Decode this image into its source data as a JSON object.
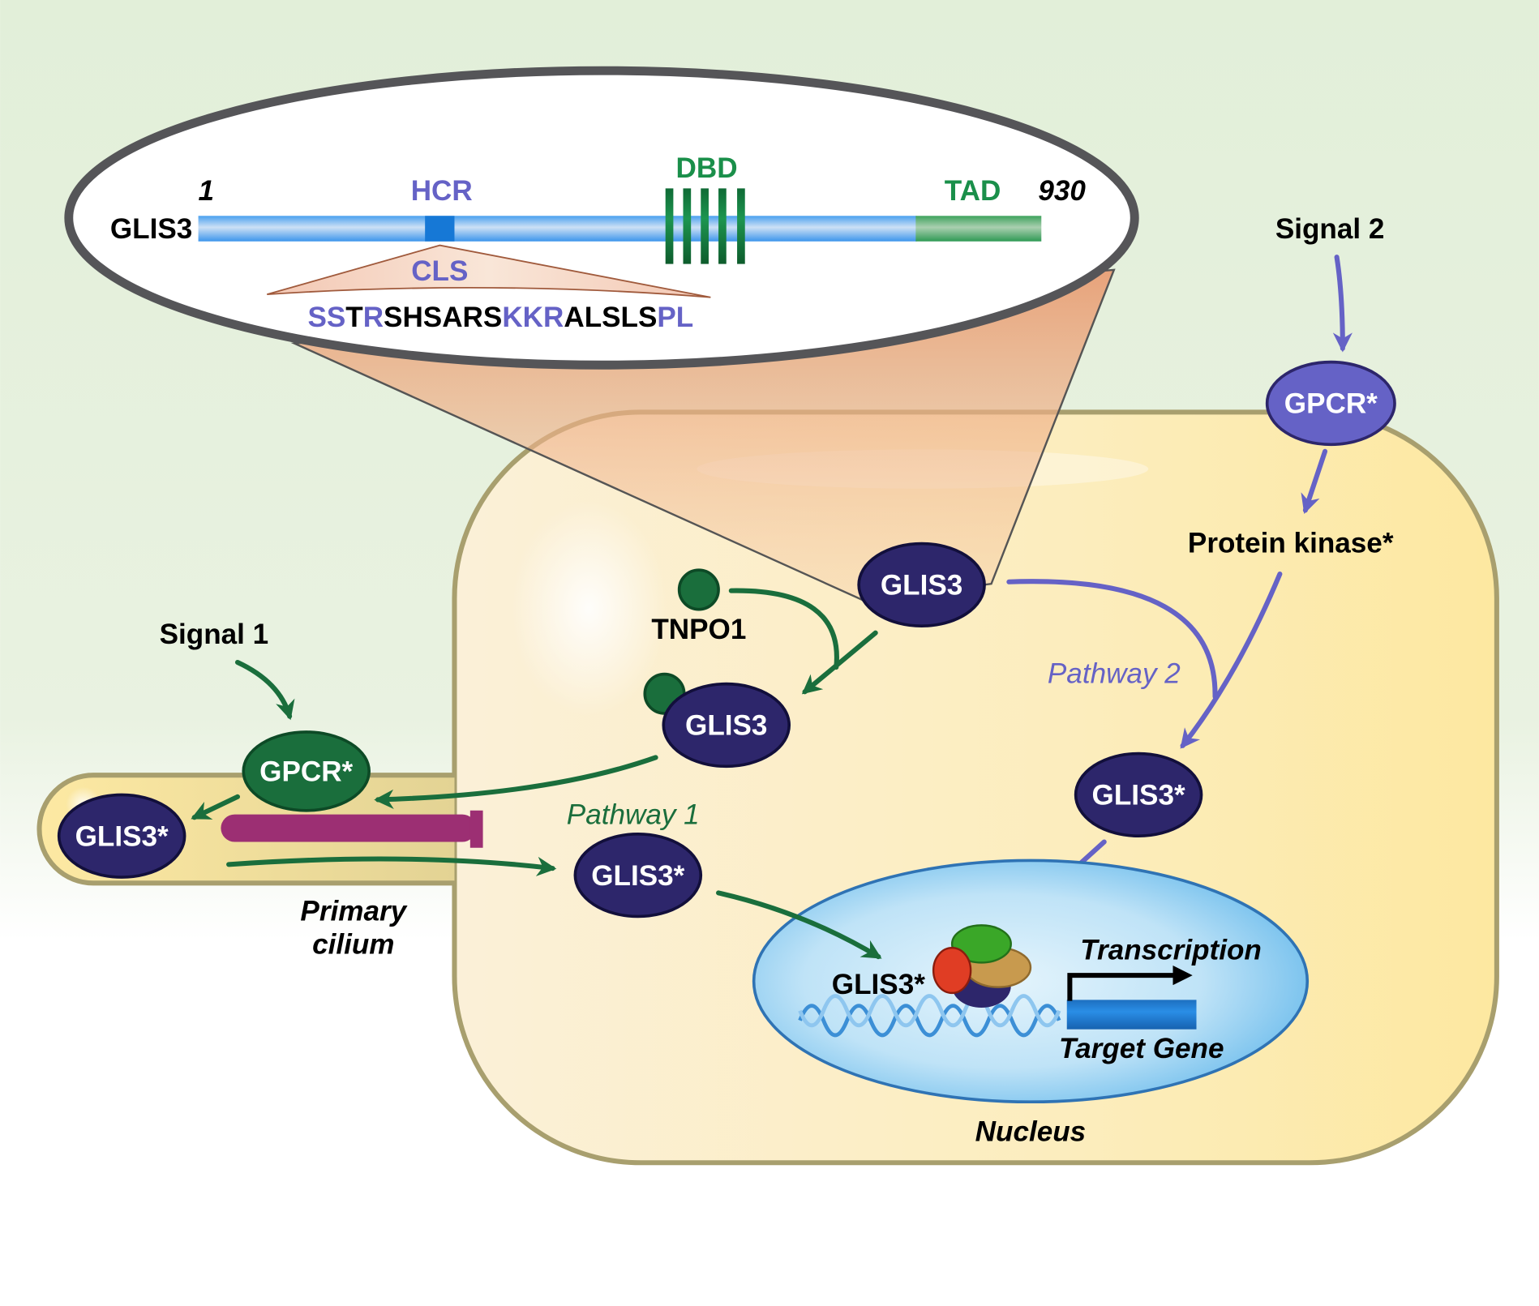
{
  "protein_map": {
    "name": "GLIS3",
    "start": "1",
    "end": "930",
    "hcr_label": "HCR",
    "dbd_label": "DBD",
    "tad_label": "TAD",
    "cls_label": "CLS",
    "sequence": [
      {
        "text": "SS",
        "highlight": true
      },
      {
        "text": "T",
        "highlight": false
      },
      {
        "text": "R",
        "highlight": true
      },
      {
        "text": "SHSARS",
        "highlight": false
      },
      {
        "text": "KKR",
        "highlight": true
      },
      {
        "text": "ALSLS",
        "highlight": false
      },
      {
        "text": "PL",
        "highlight": true
      }
    ]
  },
  "labels": {
    "signal1": "Signal 1",
    "signal2": "Signal 2",
    "gpcr_green": "GPCR*",
    "gpcr_purple": "GPCR*",
    "protein_kinase": "Protein kinase*",
    "tnpo1": "TNPO1",
    "glis3_top": "GLIS3",
    "glis3_bound": "GLIS3",
    "glis3_cilium": "GLIS3*",
    "glis3_pathway1": "GLIS3*",
    "glis3_pathway2": "GLIS3*",
    "glis3_dna": "GLIS3*",
    "pathway1": "Pathway 1",
    "pathway2": "Pathway 2",
    "primary_cilium_1": "Primary",
    "primary_cilium_2": "cilium",
    "transcription": "Transcription",
    "target_gene": "Target Gene",
    "nucleus": "Nucleus"
  },
  "colors": {
    "navy": "#2d266b",
    "green": "#1a6e3c",
    "purple": "#6562c6",
    "magenta": "#9c2f73",
    "cell_border": "#a89f6e",
    "background": "#e5f0dc"
  }
}
